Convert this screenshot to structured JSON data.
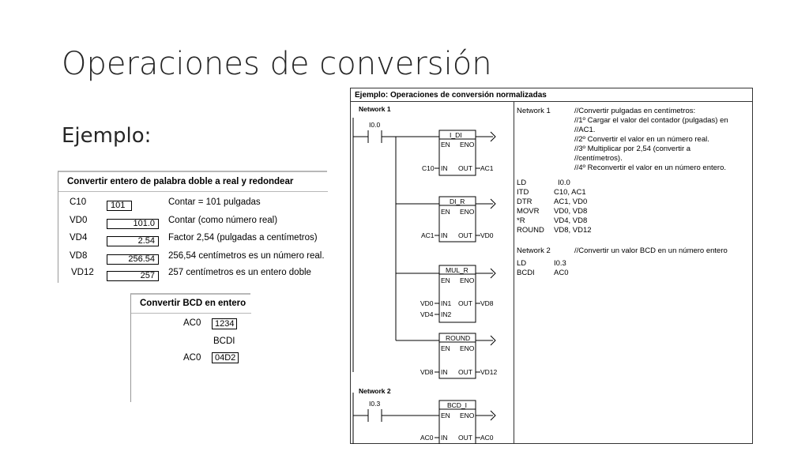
{
  "slide": {
    "title": "Operaciones de conversión",
    "subtitle": "Ejemplo:"
  },
  "round_table": {
    "header": "Convertir entero de palabra doble a real y redondear",
    "rows": [
      {
        "label": "C10",
        "value": "101",
        "desc": "Contar = 101 pulgadas"
      },
      {
        "label": "VD0",
        "value": "101.0",
        "desc": "Contar (como número real)"
      },
      {
        "label": "VD4",
        "value": "2.54",
        "desc": "Factor 2,54 (pulgadas a centímetros)"
      },
      {
        "label": "VD8",
        "value": "256.54",
        "desc": "256,54 centímetros es un número real."
      },
      {
        "label": "VD12",
        "value": "257",
        "desc": "257 centímetros es un entero doble"
      }
    ]
  },
  "bcd_table": {
    "header": "Convertir BCD en entero",
    "before_label": "AC0",
    "before_value": "1234",
    "op": "BCDI",
    "after_label": "AC0",
    "after_value": "04D2"
  },
  "figure": {
    "title": "Ejemplo: Operaciones de conversión normalizadas",
    "ladder": {
      "network1_label": "Network 1",
      "network2_label": "Network 2",
      "contact1": "I0.0",
      "contact2": "I0.3",
      "en": "EN",
      "eno": "ENO",
      "blocks": [
        {
          "name": "I_DI",
          "in": "C10",
          "out": "AC1",
          "in_pin": "IN",
          "out_pin": "OUT"
        },
        {
          "name": "DI_R",
          "in": "AC1",
          "out": "VD0",
          "in_pin": "IN",
          "out_pin": "OUT"
        },
        {
          "name": "MUL_R",
          "in1": "VD0",
          "in2": "VD4",
          "out": "VD8",
          "in1_pin": "IN1",
          "in2_pin": "IN2",
          "out_pin": "OUT"
        },
        {
          "name": "ROUND",
          "in": "VD8",
          "out": "VD12",
          "in_pin": "IN",
          "out_pin": "OUT"
        },
        {
          "name": "BCD_I",
          "in": "AC0",
          "out": "AC0",
          "in_pin": "IN",
          "out_pin": "OUT"
        }
      ]
    },
    "stl": {
      "net1_head": "Network 1",
      "net1_comments": [
        "//Convertir pulgadas en centímetros:",
        "//1º  Cargar el valor del contador (pulgadas) en",
        "//AC1.",
        "//2º  Convertir el valor en un número real.",
        "//3º  Multiplicar por 2,54 (convertir a",
        "//centímetros).",
        "//4º  Reconvertir el valor en un número entero."
      ],
      "net1_code": [
        {
          "op": "LD",
          "arg": "I0.0"
        },
        {
          "op": "ITD",
          "arg": "C10, AC1"
        },
        {
          "op": "DTR",
          "arg": "AC1, VD0"
        },
        {
          "op": "MOVR",
          "arg": "VD0, VD8"
        },
        {
          "op": "*R",
          "arg": "VD4, VD8"
        },
        {
          "op": "ROUND",
          "arg": "VD8, VD12"
        }
      ],
      "net2_head": "Network 2",
      "net2_comment": "//Convertir un valor BCD en un número entero",
      "net2_code": [
        {
          "op": "LD",
          "arg": "I0.3"
        },
        {
          "op": "BCDI",
          "arg": "AC0"
        }
      ]
    }
  }
}
